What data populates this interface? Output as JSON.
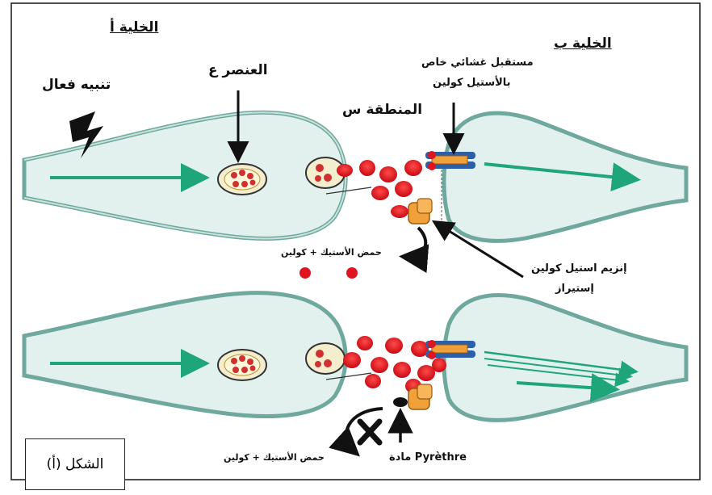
{
  "labels": {
    "cell_a": "الخلية أ",
    "cell_b": "الخلية ب",
    "stimulus": "تنبيه فعال",
    "element_e": "العنصر ع",
    "zone_s": "المنطقة س",
    "receptor_line1": "مستقبل غشائي خاص",
    "receptor_line2": "بالأستيل كولين",
    "enzyme_line1": "إنزيم استيل كولين",
    "enzyme_line2": "إستيراز",
    "products_top": "حمض الأستيك + كولين",
    "products_bottom": "حمض الأستيك + كولين",
    "pyrethre": "مادة Pyrèthre",
    "figure_caption": "الشكل (أ)"
  },
  "colors": {
    "membrane_stroke": "#6fa89d",
    "membrane_fill": "#e3f1ee",
    "arrow_green": "#1fa57a",
    "vesicle_red": "#e0141e",
    "enzyme_orange": "#f0a13a",
    "receptor_blue": "#2b5fa8"
  }
}
